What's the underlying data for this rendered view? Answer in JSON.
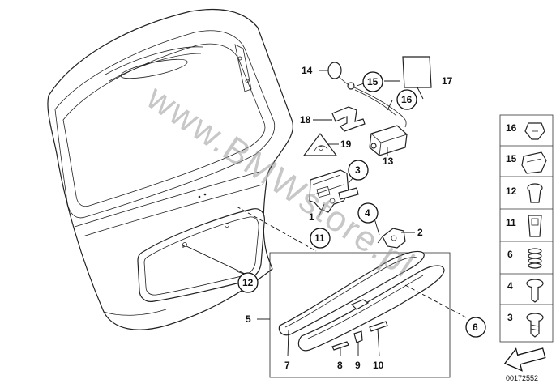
{
  "watermark": "www.BMWstore.pl",
  "document_number": "00172552",
  "callouts": {
    "c1": "1",
    "c2": "2",
    "c3": "3",
    "c4": "4",
    "c5": "5",
    "c6": "6",
    "c7": "7",
    "c8": "8",
    "c9": "9",
    "c10": "10",
    "c11": "11",
    "c12": "12",
    "c13": "13",
    "c14": "14",
    "c15": "15",
    "c16": "16",
    "c17": "17",
    "c18": "18",
    "c19": "19"
  },
  "side_panel": [
    "16",
    "15",
    "12",
    "11",
    "6",
    "4",
    "3"
  ]
}
